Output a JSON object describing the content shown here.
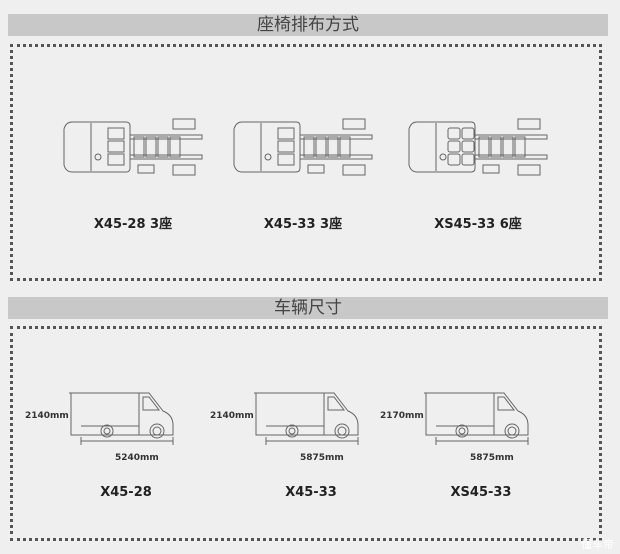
{
  "sections": [
    {
      "title": "座椅排布方式",
      "items": [
        {
          "label": "X45-28 3座",
          "seats": 3
        },
        {
          "label": "X45-33 3座",
          "seats": 3
        },
        {
          "label": "XS45-33 6座",
          "seats": 6
        }
      ]
    },
    {
      "title": "车辆尺寸",
      "items": [
        {
          "label": "X45-28",
          "height": "2140mm",
          "length": "5240mm"
        },
        {
          "label": "X45-33",
          "height": "2140mm",
          "length": "5875mm"
        },
        {
          "label": "XS45-33",
          "height": "2170mm",
          "length": "5875mm"
        }
      ]
    }
  ],
  "watermark": "懂车帝"
}
